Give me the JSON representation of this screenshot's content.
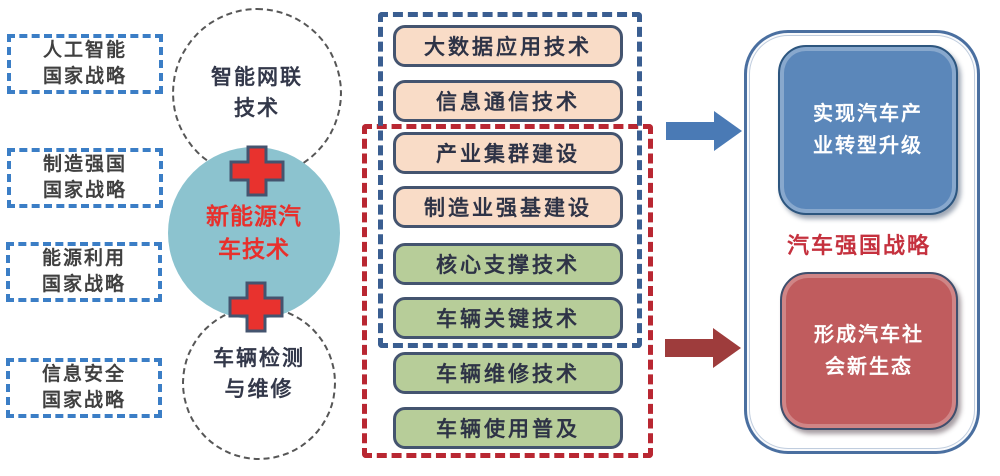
{
  "left_strategies": [
    {
      "line1": "人工智能",
      "line2": "国家战略"
    },
    {
      "line1": "制造强国",
      "line2": "国家战略"
    },
    {
      "line1": "能源利用",
      "line2": "国家战略"
    },
    {
      "line1": "信息安全",
      "line2": "国家战略"
    }
  ],
  "circles": {
    "top": {
      "line1": "智能网联",
      "line2": "技术"
    },
    "center": {
      "line1": "新能源汽",
      "line2": "车技术"
    },
    "bottom": {
      "line1": "车辆检测",
      "line2": "与维修"
    }
  },
  "middle_boxes": [
    {
      "label": "大数据应用技术",
      "group": "pink"
    },
    {
      "label": "信息通信技术",
      "group": "pink"
    },
    {
      "label": "产业集群建设",
      "group": "pink"
    },
    {
      "label": "制造业强基建设",
      "group": "pink"
    },
    {
      "label": "核心支撑技术",
      "group": "green"
    },
    {
      "label": "车辆关键技术",
      "group": "green"
    },
    {
      "label": "车辆维修技术",
      "group": "green"
    },
    {
      "label": "车辆使用普及",
      "group": "green"
    }
  ],
  "right_panel": {
    "title": "汽车强国战略",
    "top_box": {
      "line1": "实现汽车产",
      "line2": "业转型升级"
    },
    "bottom_box": {
      "line1": "形成汽车社",
      "line2": "会新生态"
    }
  },
  "colors": {
    "strategy_dash": "#3b7ec6",
    "circle_fill": "#8cc3cf",
    "nev_text_red": "#e8302c",
    "plus_fill": "#e8322e",
    "plus_outline": "#44546f",
    "pink_fill": "#f9dcc7",
    "green_fill": "#b7cd99",
    "mid_box_border": "#44546f",
    "blue_dash_rect": "#3a5e91",
    "red_dash_rect": "#b92732",
    "blue_arrow": "#4a7ab5",
    "red_arrow": "#9e3c3c",
    "result_blue_fill": "#5b87ba",
    "result_red_fill": "#c05c5e",
    "panel_title_red": "#c5313e"
  }
}
